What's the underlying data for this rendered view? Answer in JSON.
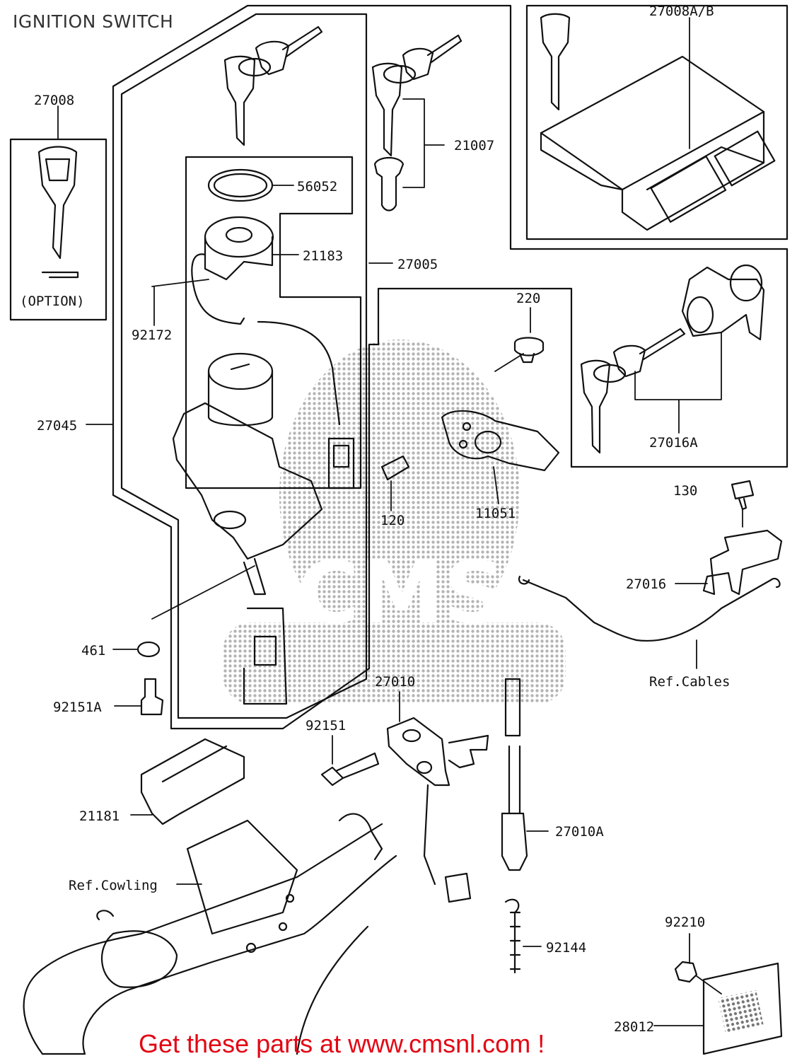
{
  "title": "IGNITION SWITCH",
  "footer": "Get these parts at www.cmsnl.com !",
  "watermark": "CMS",
  "colors": {
    "line": "#111111",
    "footer": "#e30613",
    "watermark": "#8a8a8a"
  },
  "parts": {
    "p27008": "27008",
    "option": "(OPTION)",
    "p27008ab": "27008A/B",
    "p21007": "21007",
    "p56052": "56052",
    "p21183": "21183",
    "p27005": "27005",
    "p92172": "92172",
    "p27045": "27045",
    "p220": "220",
    "p27016a": "27016A",
    "p120": "120",
    "p11051": "11051",
    "p130": "130",
    "p27016": "27016",
    "p461": "461",
    "p27010": "27010",
    "ref_cables": "Ref.Cables",
    "p92151a": "92151A",
    "p92151": "92151",
    "p21181": "21181",
    "p27010a": "27010A",
    "ref_cowling": "Ref.Cowling",
    "p92144": "92144",
    "p92210": "92210",
    "p28012": "28012"
  }
}
